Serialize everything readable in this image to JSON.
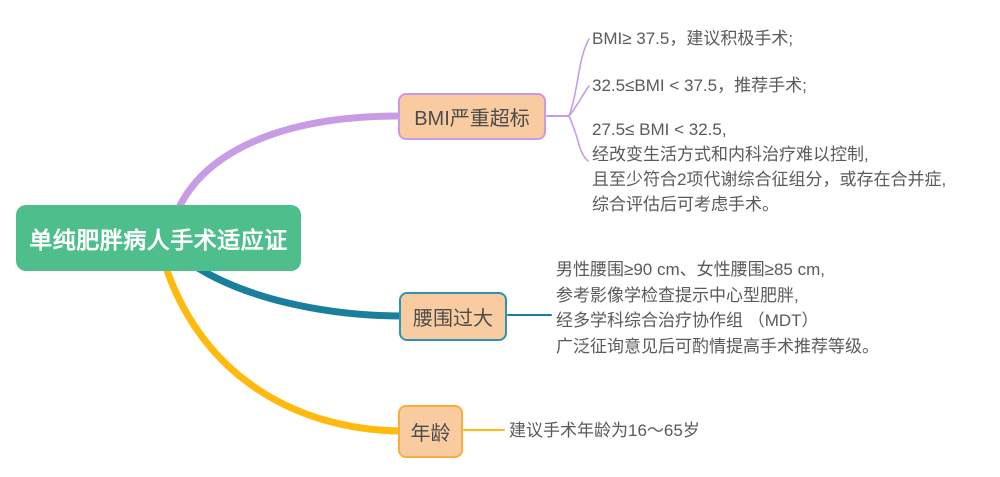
{
  "root": {
    "label": "单纯肥胖病人手术适应证",
    "fill": "#4FBE8D",
    "text_color": "#FFFFFF"
  },
  "branches": [
    {
      "label": "BMI严重超标",
      "branch_color": "#C79CE4",
      "node_fill": "#F9CBA0",
      "node_border": "#C79CE4",
      "leaves": [
        {
          "lines": [
            "BMI≥ 37.5，建议积极手术;"
          ]
        },
        {
          "lines": [
            "32.5≤BMI < 37.5，推荐手术;"
          ]
        },
        {
          "lines": [
            "27.5≤ BMI < 32.5,",
            "经改变生活方式和内科治疗难以控制,",
            "且至少符合2项代谢综合征组分，或存在合并症,",
            "综合评估后可考虑手术。"
          ]
        }
      ]
    },
    {
      "label": "腰围过大",
      "branch_color": "#1A7E9D",
      "node_fill": "#F9CBA0",
      "node_border": "#2F93AD",
      "leaves": [
        {
          "lines": [
            "男性腰围≥90 cm、女性腰围≥85 cm,",
            "参考影像学检查提示中心型肥胖,",
            "经多学科综合治疗协作组 （MDT）",
            "广泛征询意见后可酌情提高手术推荐等级。"
          ]
        }
      ]
    },
    {
      "label": "年龄",
      "branch_color": "#FFBA0D",
      "node_fill": "#F9CBA0",
      "node_border": "#F9AE3B",
      "leaves": [
        {
          "lines": [
            "建议手术年龄为16～65岁"
          ]
        }
      ]
    }
  ],
  "colors": {
    "background": "#FFFFFF",
    "node_text": "#4C4C4C",
    "leaf_text": "#5A5A5A"
  }
}
